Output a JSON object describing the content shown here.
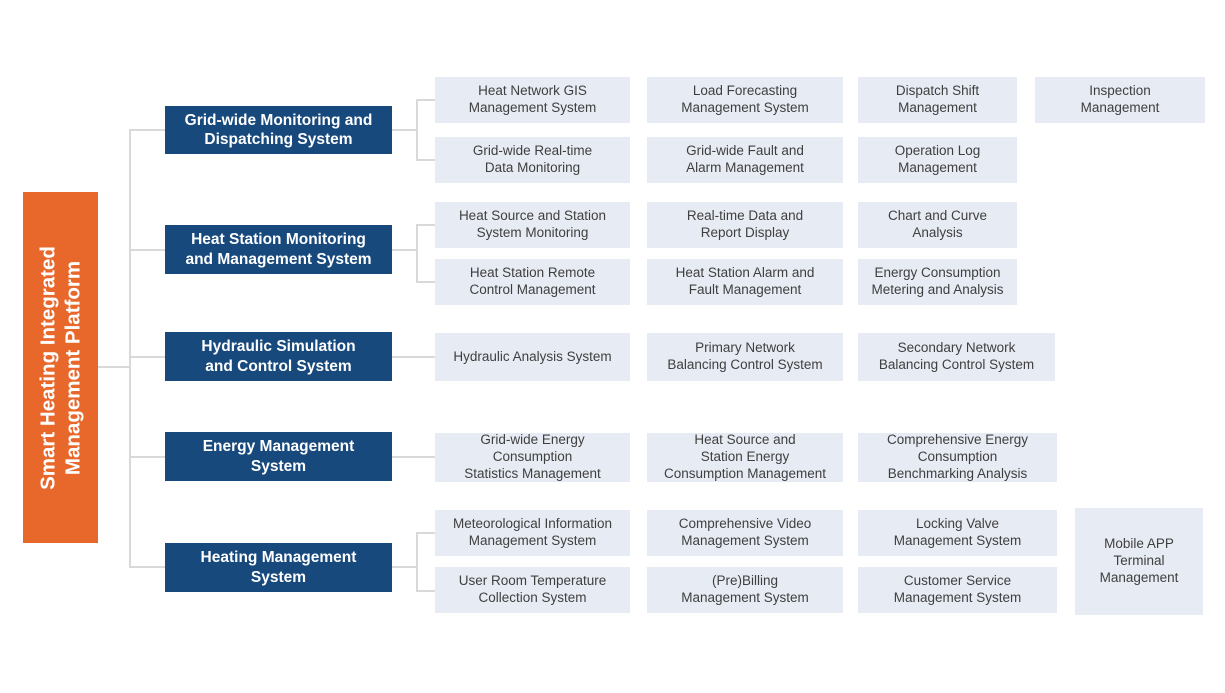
{
  "diagram": {
    "type": "org-chart",
    "orientation": "left-to-right",
    "colors": {
      "root_fill": "#E8682C",
      "branch_fill": "#17497D",
      "leaf_fill": "#E7EBF3",
      "connector": "#D9D9D9",
      "root_text": "#FFFFFF",
      "branch_text": "#FFFFFF",
      "leaf_text": "#3F3F3F",
      "background": "#FFFFFF"
    },
    "root": {
      "label": "Smart Heating Integrated\nManagement Platform"
    },
    "branches": [
      {
        "label": "Grid-wide Monitoring and\nDispatching System",
        "children": [
          {
            "label": "Heat Network GIS\nManagement System"
          },
          {
            "label": "Load Forecasting\nManagement System"
          },
          {
            "label": "Dispatch Shift\nManagement"
          },
          {
            "label": "Inspection\nManagement"
          },
          {
            "label": "Grid-wide Real-time\nData Monitoring"
          },
          {
            "label": "Grid-wide Fault and\nAlarm Management"
          },
          {
            "label": "Operation Log\nManagement"
          }
        ]
      },
      {
        "label": "Heat Station Monitoring\nand Management System",
        "children": [
          {
            "label": "Heat Source and Station\nSystem Monitoring"
          },
          {
            "label": "Real-time Data and\nReport Display"
          },
          {
            "label": "Chart and Curve\nAnalysis"
          },
          {
            "label": "Heat Station Remote\nControl Management"
          },
          {
            "label": "Heat Station Alarm and\nFault Management"
          },
          {
            "label": "Energy Consumption\nMetering and Analysis"
          }
        ]
      },
      {
        "label": "Hydraulic Simulation\nand Control System",
        "children": [
          {
            "label": "Hydraulic Analysis System"
          },
          {
            "label": "Primary Network\nBalancing Control System"
          },
          {
            "label": "Secondary Network\nBalancing Control System"
          }
        ]
      },
      {
        "label": "Energy Management\nSystem",
        "children": [
          {
            "label": "Grid-wide Energy\nConsumption\nStatistics Management"
          },
          {
            "label": "Heat Source and\nStation Energy\nConsumption Management"
          },
          {
            "label": "Comprehensive Energy\nConsumption\nBenchmarking Analysis"
          }
        ]
      },
      {
        "label": "Heating Management\nSystem",
        "children": [
          {
            "label": "Meteorological Information\nManagement System"
          },
          {
            "label": "Comprehensive Video\nManagement System"
          },
          {
            "label": "Locking Valve\nManagement System"
          },
          {
            "label": "Mobile APP\nTerminal\nManagement"
          },
          {
            "label": "User Room Temperature\nCollection System"
          },
          {
            "label": "(Pre)Billing\nManagement System"
          },
          {
            "label": "Customer Service\nManagement System"
          }
        ]
      }
    ]
  }
}
